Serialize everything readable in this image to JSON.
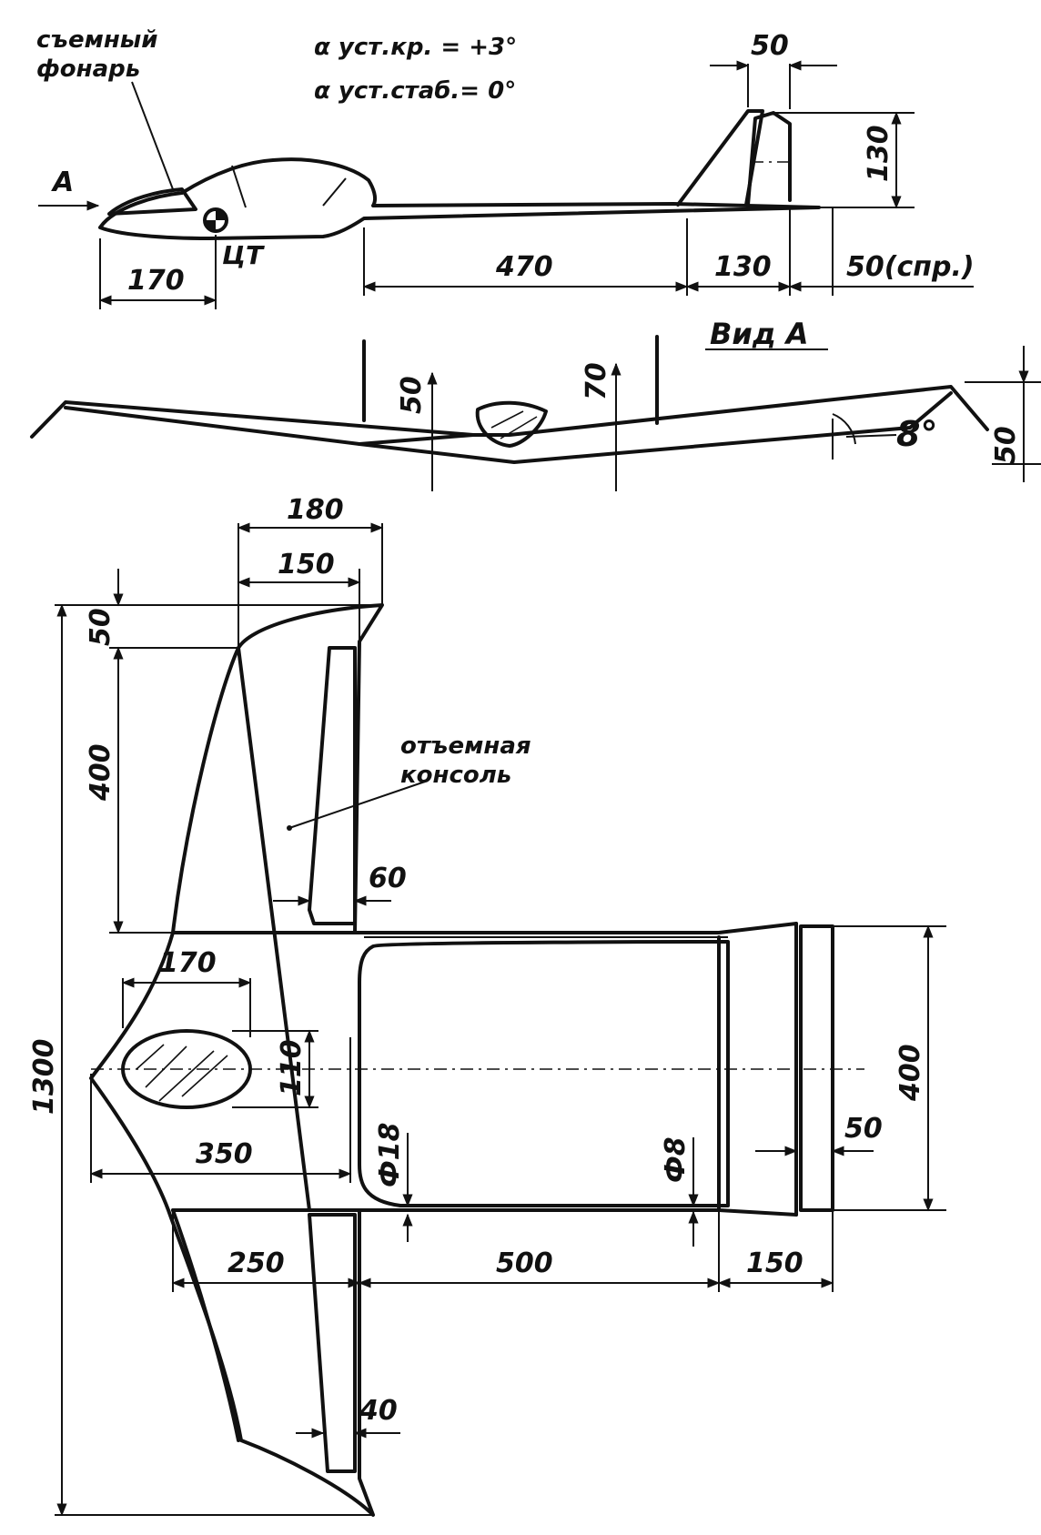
{
  "side_view": {
    "label_canopy_line1": "съемный",
    "label_canopy_line2": "фонарь",
    "arrow_label": "A",
    "cg_label": "ЦТ",
    "wing_angle_label": "α уст.кр.  = +3°",
    "stab_angle_label": "α уст.стаб.= 0°",
    "dim_nose_cg": "170",
    "dim_boom": "470",
    "dim_tail_chord": "130",
    "dim_ref": "50(спр.)",
    "dim_fin_top": "50",
    "dim_fin_height": "130"
  },
  "front_view": {
    "title": "Вид А",
    "dim_fin": "50",
    "dim_fuselage": "70",
    "dim_dihedral": "8°",
    "dim_tip": "50"
  },
  "plan_view": {
    "label_console_line1": "отъемная",
    "label_console_line2": "консоль",
    "dim_tip_chord_outer": "180",
    "dim_tip_chord_inner": "150",
    "dim_tip_rake": "50",
    "dim_console_span": "400",
    "dim_aileron_top": "60",
    "dim_canopy_len": "170",
    "dim_canopy_width": "110",
    "dim_nose_len": "350",
    "dim_span": "1300",
    "dim_boom_dia": "Ф18",
    "dim_rod_dia": "Ф8",
    "dim_stab_width": "400",
    "dim_elevator": "50",
    "dim_root": "250",
    "dim_boom_len": "500",
    "dim_stab_chord": "150",
    "dim_aileron_bottom": "40"
  }
}
